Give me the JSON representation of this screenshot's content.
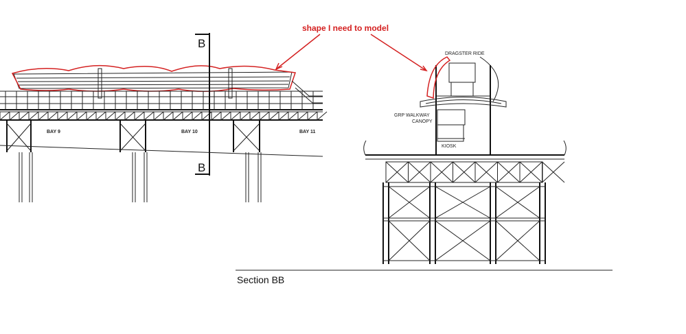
{
  "annotation": {
    "note": "shape I need to model",
    "color": "#d42020"
  },
  "elevation": {
    "section_marker_top": "B",
    "section_marker_bottom": "B",
    "bays": [
      "BAY 9",
      "BAY 10",
      "BAY 11"
    ]
  },
  "section": {
    "labels": {
      "ride": "DRAGSTER RIDE",
      "canopy_line1": "GRP WALKWAY",
      "canopy_line2": "CANOPY",
      "kiosk": "KIOSK"
    },
    "caption": "Section BB"
  }
}
